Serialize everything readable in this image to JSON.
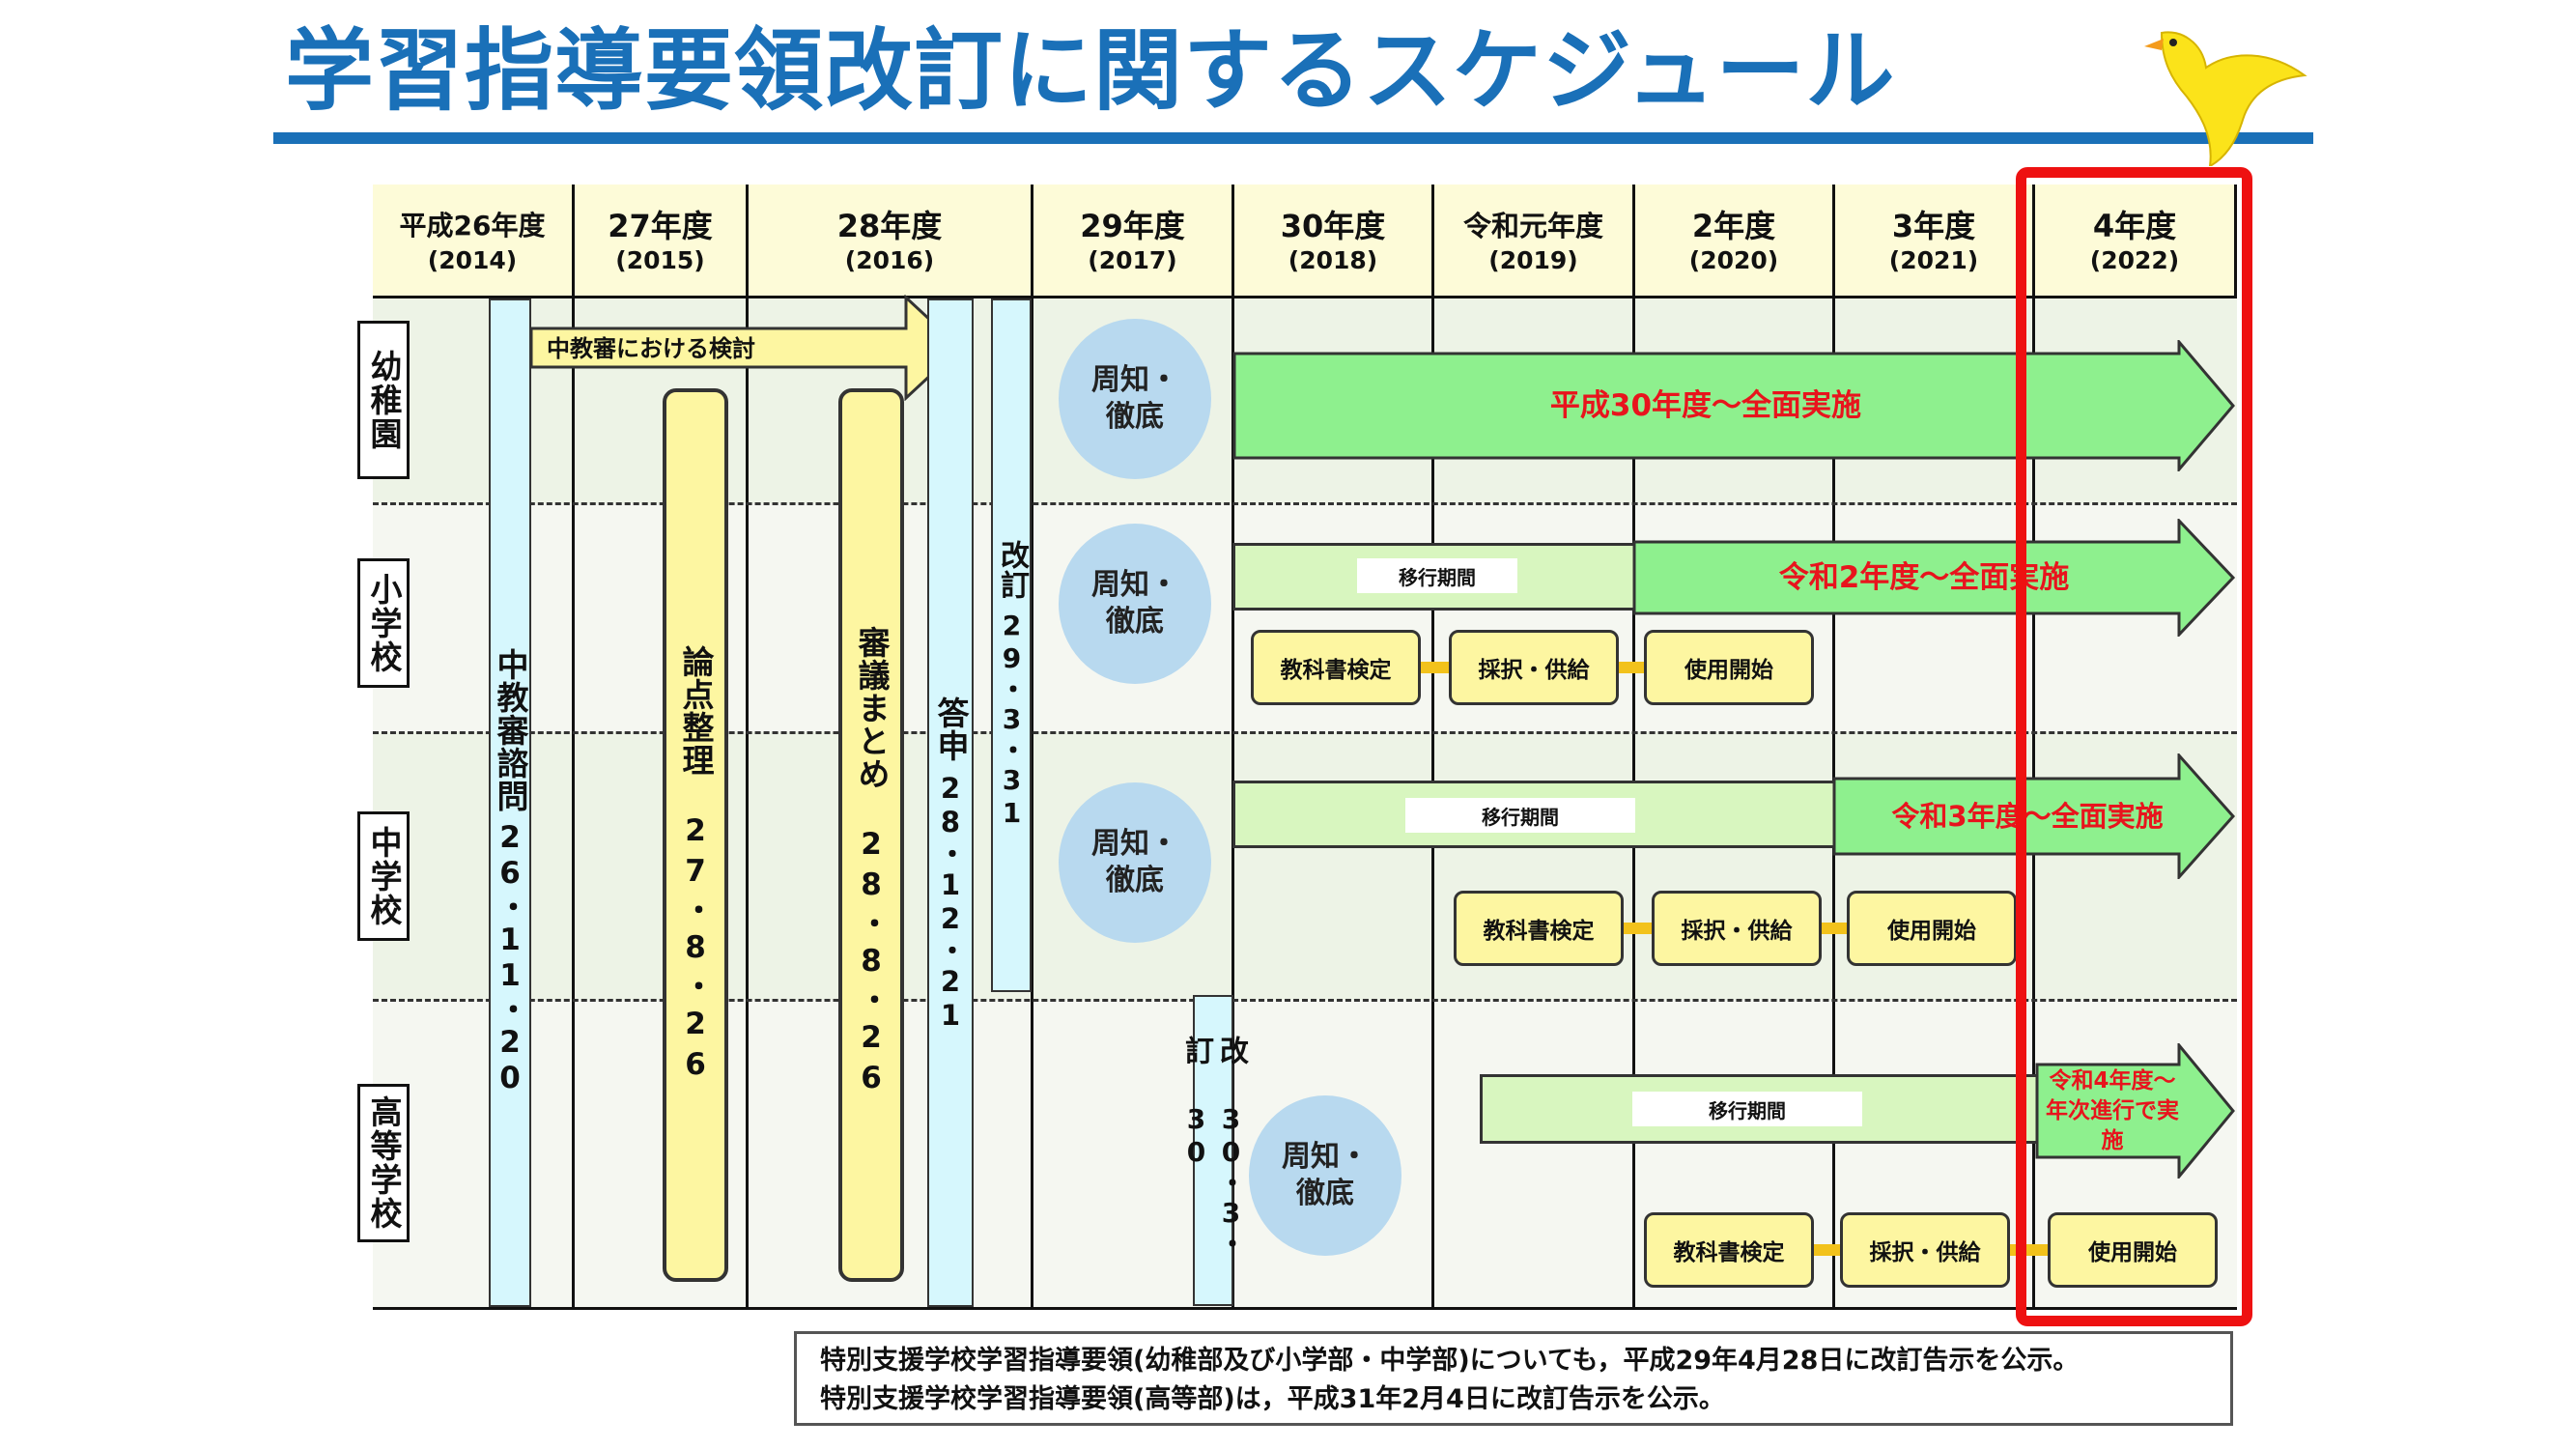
{
  "title": "学習指導要領改訂に関するスケジュール",
  "years": [
    {
      "label": "平成26年度",
      "sub": "(2014)"
    },
    {
      "label": "27年度",
      "sub": "(2015)"
    },
    {
      "label": "28年度",
      "sub": "(2016)"
    },
    {
      "label": "29年度",
      "sub": "(2017)"
    },
    {
      "label": "30年度",
      "sub": "(2018)"
    },
    {
      "label": "令和元年度",
      "sub": "(2019)"
    },
    {
      "label": "2年度",
      "sub": "(2020)"
    },
    {
      "label": "3年度",
      "sub": "(2021)"
    },
    {
      "label": "4年度",
      "sub": "(2022)"
    }
  ],
  "rows": [
    "幼稚園",
    "小学校",
    "中学校",
    "高等学校"
  ],
  "council": {
    "arrow_label": "中教審における検討",
    "inquiry_title": "中教審諮問",
    "inquiry_date": "26・11・20",
    "issues_title": "論点整理",
    "issues_date": "27・8・26",
    "summary_title": "審議まとめ",
    "summary_date": "28・8・26",
    "report_title": "答申",
    "report_date": "28・12・21"
  },
  "revision_1": {
    "title": "改訂",
    "date": "29・3・31"
  },
  "revision_2": {
    "title": "改訂",
    "date": "30・3・30"
  },
  "notice": "周知・徹底",
  "kindergarten": {
    "full": "平成30年度～全面実施"
  },
  "elementary": {
    "transition": "移行期間",
    "full": "令和2年度～全面実施",
    "steps": [
      "教科書検定",
      "採択・供給",
      "使用開始"
    ]
  },
  "junior_high": {
    "transition": "移行期間",
    "full": "令和3年度～全面実施",
    "steps": [
      "教科書検定",
      "採択・供給",
      "使用開始"
    ]
  },
  "high_school": {
    "transition": "移行期間",
    "full": "令和4年度～年次進行で実施",
    "steps": [
      "教科書検定",
      "採択・供給",
      "使用開始"
    ]
  },
  "notes": [
    "特別支援学校学習指導要領(幼稚部及び小学部・中学部)についても，平成29年4月28日に改訂告示を公示。",
    "特別支援学校学習指導要領(高等部)は，平成31年2月4日に改訂告示を公示。"
  ],
  "colors": {
    "title": "#1a70b8",
    "green": "#8ef08e",
    "light_green": "#d8f6bf",
    "cyan": "#d6f7fd",
    "yellow": "#fdf6a1",
    "header": "#fdfbd8",
    "highlight": "#ee1111",
    "red_text": "#e8141d",
    "circle": "#b8d9ef"
  },
  "icons": [
    "bird-logo-icon"
  ]
}
